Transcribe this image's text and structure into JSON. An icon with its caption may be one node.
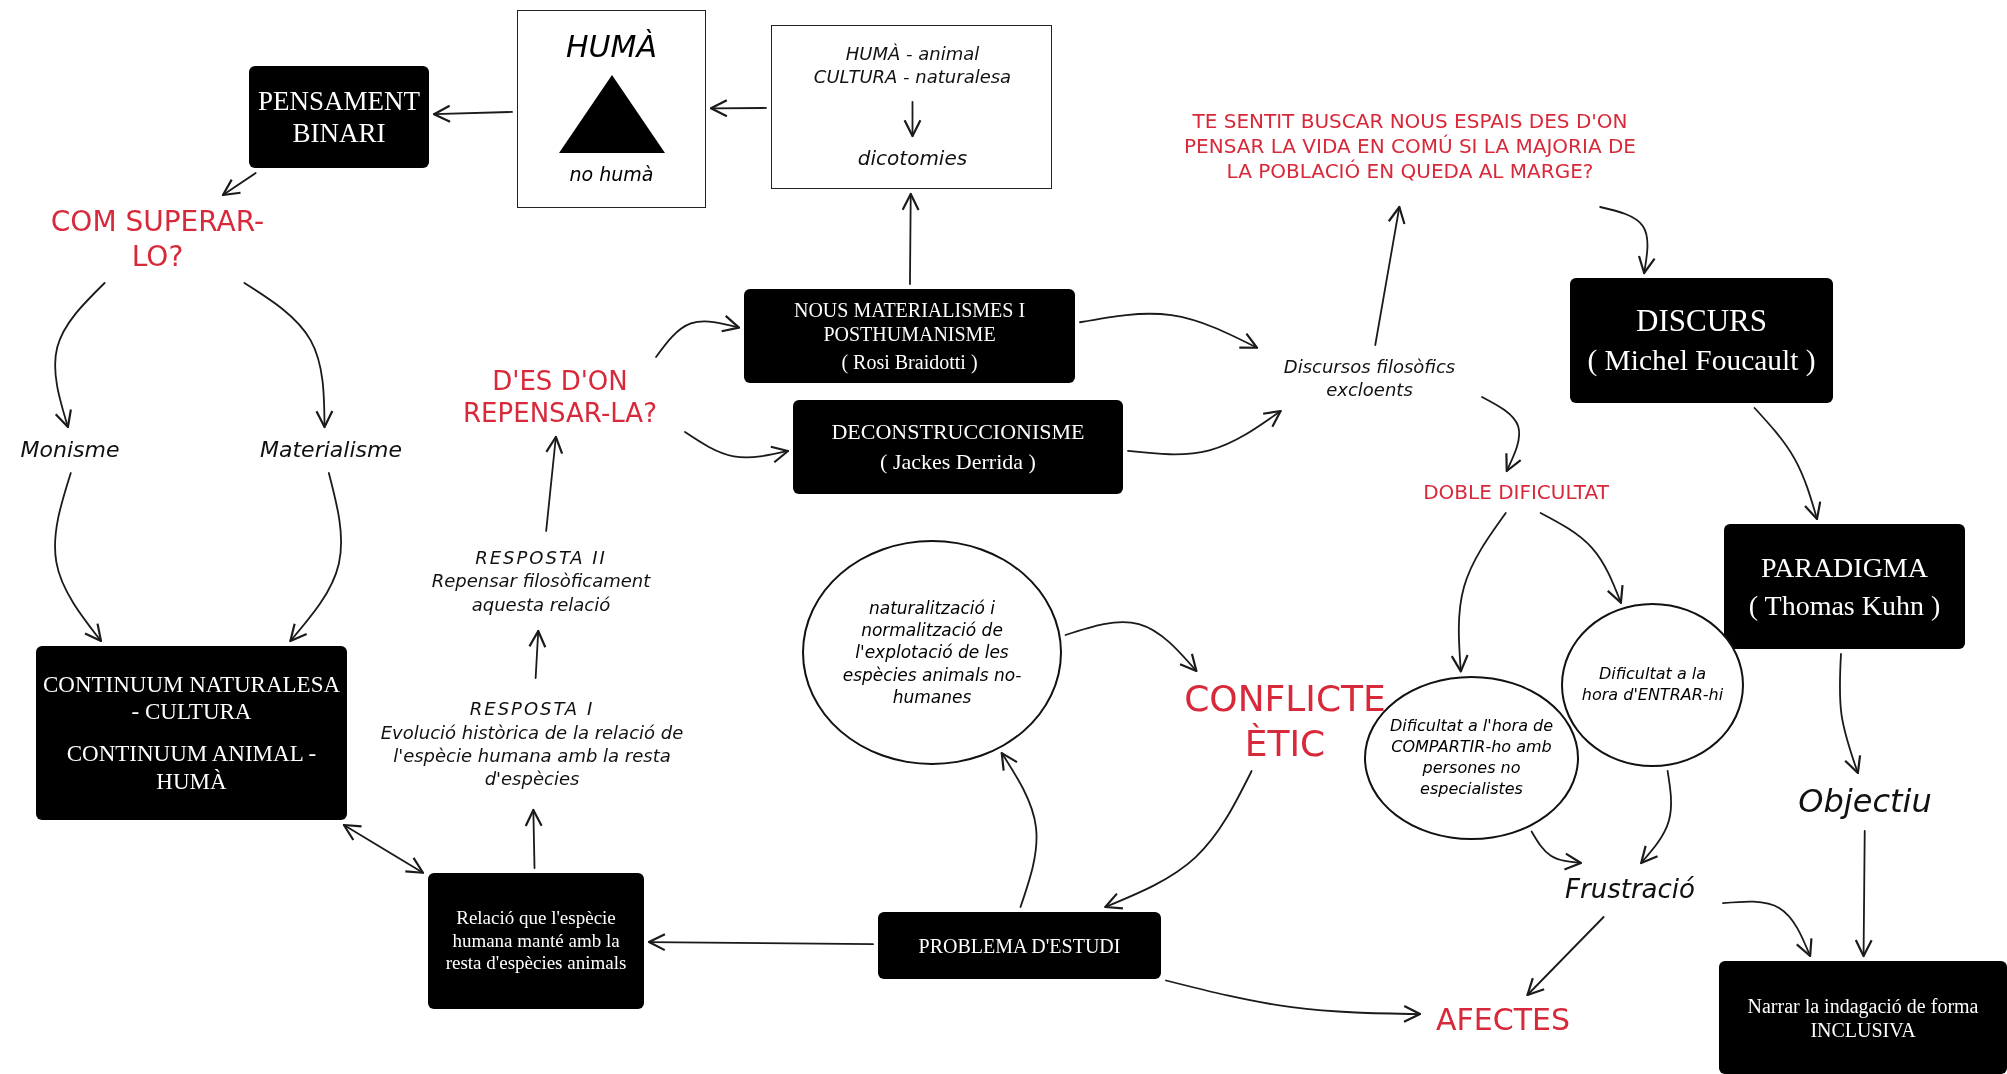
{
  "diagram": {
    "nodes": [
      {
        "text": [
          "PENSAMENT BINARI"
        ]
      },
      {
        "text": [
          "HUMÀ",
          "no humà"
        ]
      },
      {
        "text": [],
        "shape": "box"
      },
      {
        "text": [
          "HUMÀ - animal CULTURA - naturalesa"
        ],
        "in": 2
      },
      {
        "text": [
          "dicotomies"
        ],
        "in": 2
      },
      {
        "text": [
          "COM SUPERAR-LO?"
        ]
      },
      {
        "text": [
          "Monisme"
        ]
      },
      {
        "text": [
          "Materialisme"
        ]
      },
      {
        "text": [
          "CONTINUUM NATURALESA - CULTURA",
          "CONTINUUM ANIMAL - HUMÀ"
        ]
      },
      {
        "text": [
          "D'ES D'ON REPENSAR-LA?"
        ]
      },
      {
        "text": [
          "NOUS MATERIALISMES I POSTHUMANISME",
          "( Rosi Braidotti )"
        ]
      },
      {
        "text": [
          "DECONSTRUCCIONISME",
          "( Jackes Derrida )"
        ]
      },
      {
        "text": [
          "RESPOSTA II",
          "Repensar filosòficament aquesta relació"
        ]
      },
      {
        "text": [
          "RESPOSTA I",
          "Evolució històrica de la relació de l'espècie humana amb la resta d'espècies"
        ]
      },
      {
        "text": [
          "Relació que l'espècie humana manté amb la resta d'espècies animals"
        ]
      },
      {
        "text": [
          "naturalització i normalització de l'explotació de les espècies animals no-humanes"
        ]
      },
      {
        "text": [
          "PROBLEMA D'ESTUDI"
        ]
      },
      {
        "text": [
          "CONFLICTE ÈTIC"
        ]
      },
      {
        "text": [
          "AFECTES"
        ]
      },
      {
        "text": [
          "Discursos filosòfics excloents"
        ]
      },
      {
        "text": [
          "TE SENTIT BUSCAR NOUS ESPAIS DES D'ON PENSAR LA VIDA EN COMÚ SI LA MAJORIA DE LA POBLACIÓ EN QUEDA AL MARGE?"
        ]
      },
      {
        "text": [
          "DISCURS",
          "( Michel Foucault )"
        ]
      },
      {
        "text": [
          "DOBLE DIFICULTAT"
        ]
      },
      {
        "text": [
          "PARADIGMA",
          "( Thomas Kuhn )"
        ]
      },
      {
        "text": [
          "Dificultat a la hora d'ENTRAR-hi"
        ]
      },
      {
        "text": [
          "Dificultat a l'hora de COMPARTIR-ho amb persones no especialistes"
        ]
      },
      {
        "text": [
          "Frustració"
        ]
      },
      {
        "text": [
          "Objectiu"
        ]
      },
      {
        "text": [
          "Narrar la indagació de forma INCLUSIVA"
        ]
      }
    ],
    "edges": [
      {
        "from": 1,
        "to": 0,
        "arrow": "to"
      },
      {
        "from": 2,
        "to": 1,
        "arrow": "to"
      },
      {
        "from": 3,
        "to": 4,
        "arrow": "to"
      },
      {
        "from": 0,
        "to": 5,
        "arrow": "to"
      },
      {
        "from": 5,
        "to": 6,
        "arrow": "to"
      },
      {
        "from": 5,
        "to": 7,
        "arrow": "to"
      },
      {
        "from": 6,
        "to": 8,
        "arrow": "to"
      },
      {
        "from": 7,
        "to": 8,
        "arrow": "to"
      },
      {
        "from": 8,
        "to": 14,
        "arrow": "both"
      },
      {
        "from": 16,
        "to": 14,
        "arrow": "to"
      },
      {
        "from": 14,
        "to": 13,
        "arrow": "to"
      },
      {
        "from": 13,
        "to": 12,
        "arrow": "to"
      },
      {
        "from": 12,
        "to": 9,
        "arrow": "to"
      },
      {
        "from": 9,
        "to": 10,
        "arrow": "to"
      },
      {
        "from": 9,
        "to": 11,
        "arrow": "to"
      },
      {
        "from": 10,
        "to": 2,
        "arrow": "to"
      },
      {
        "from": 10,
        "to": 19,
        "arrow": "to"
      },
      {
        "from": 11,
        "to": 19,
        "arrow": "to"
      },
      {
        "from": 19,
        "to": 20,
        "arrow": "to"
      },
      {
        "from": 20,
        "to": 21,
        "arrow": "to"
      },
      {
        "from": 19,
        "to": 22,
        "arrow": "to"
      },
      {
        "from": 21,
        "to": 23,
        "arrow": "to"
      },
      {
        "from": 22,
        "to": 25,
        "arrow": "to"
      },
      {
        "from": 22,
        "to": 24,
        "arrow": "to"
      },
      {
        "from": 16,
        "to": 15,
        "arrow": "to"
      },
      {
        "from": 15,
        "to": 17,
        "arrow": "to"
      },
      {
        "from": 17,
        "to": 16,
        "arrow": "to"
      },
      {
        "from": 16,
        "to": 18,
        "arrow": "to"
      },
      {
        "from": 24,
        "to": 26,
        "arrow": "to"
      },
      {
        "from": 25,
        "to": 26,
        "arrow": "to"
      },
      {
        "from": 26,
        "to": 18,
        "arrow": "to"
      },
      {
        "from": 26,
        "to": 28,
        "arrow": "to"
      },
      {
        "from": 23,
        "to": 27,
        "arrow": "to"
      },
      {
        "from": 27,
        "to": 28,
        "arrow": "to"
      }
    ]
  }
}
